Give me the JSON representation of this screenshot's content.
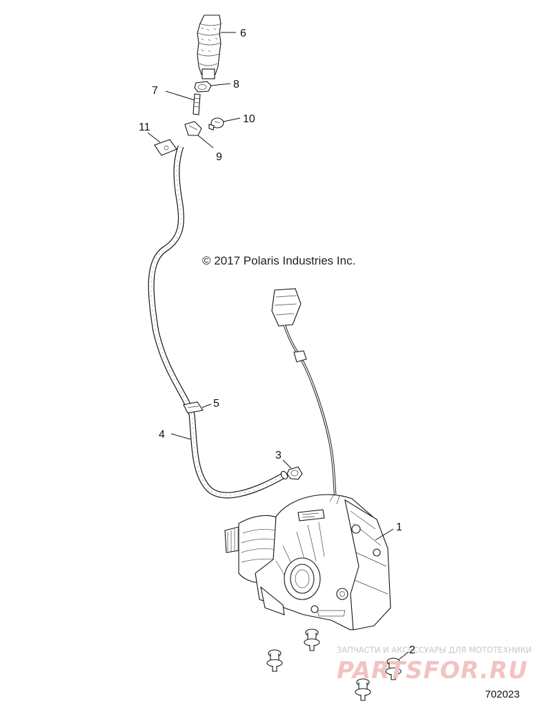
{
  "copyright": "© 2017 Polaris Industries Inc.",
  "figure_number": "702023",
  "watermark": {
    "tagline": "ЗАПЧАСТИ И АКСЕССУАРЫ ДЛЯ МОТОТЕХНИКИ",
    "logo": "PARTSFOR.RU"
  },
  "callouts": {
    "c1": "1",
    "c2": "2",
    "c3": "3",
    "c4": "4",
    "c5": "5",
    "c6": "6",
    "c7": "7",
    "c8": "8",
    "c9": "9",
    "c10": "10",
    "c11": "11"
  },
  "colors": {
    "line": "#111111",
    "watermark_logo": "#f4c2c2",
    "watermark_text": "#c7c7c7"
  }
}
